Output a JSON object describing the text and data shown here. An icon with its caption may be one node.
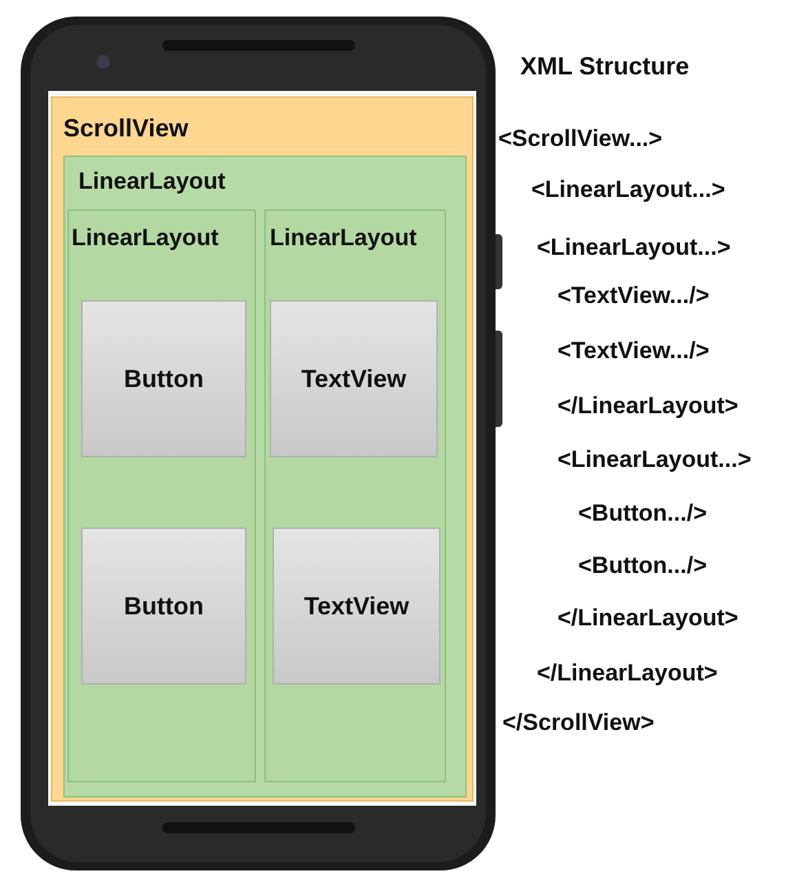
{
  "diagram": {
    "title": "XML Structure",
    "nodes": [
      {
        "text": [
          "ScrollView"
        ]
      },
      {
        "text": [
          "LinearLayout"
        ],
        "in": 0
      },
      {
        "text": [
          "LinearLayout"
        ],
        "in": 1
      },
      {
        "text": [
          "LinearLayout"
        ],
        "in": 1
      },
      {
        "text": [
          "Button"
        ],
        "in": 2
      },
      {
        "text": [
          "TextView"
        ],
        "in": 3
      },
      {
        "text": [
          "Button"
        ],
        "in": 2
      },
      {
        "text": [
          "TextView"
        ],
        "in": 3
      }
    ],
    "edges": [],
    "labels": [
      "<ScrollView...>",
      "<LinearLayout...>",
      "<LinearLayout...>",
      "<TextView.../>",
      "<TextView.../>",
      "</LinearLayout>",
      "<LinearLayout...>",
      "<Button.../>",
      "<Button.../>",
      "</LinearLayout>",
      "</LinearLayout>",
      "</ScrollView>"
    ]
  }
}
